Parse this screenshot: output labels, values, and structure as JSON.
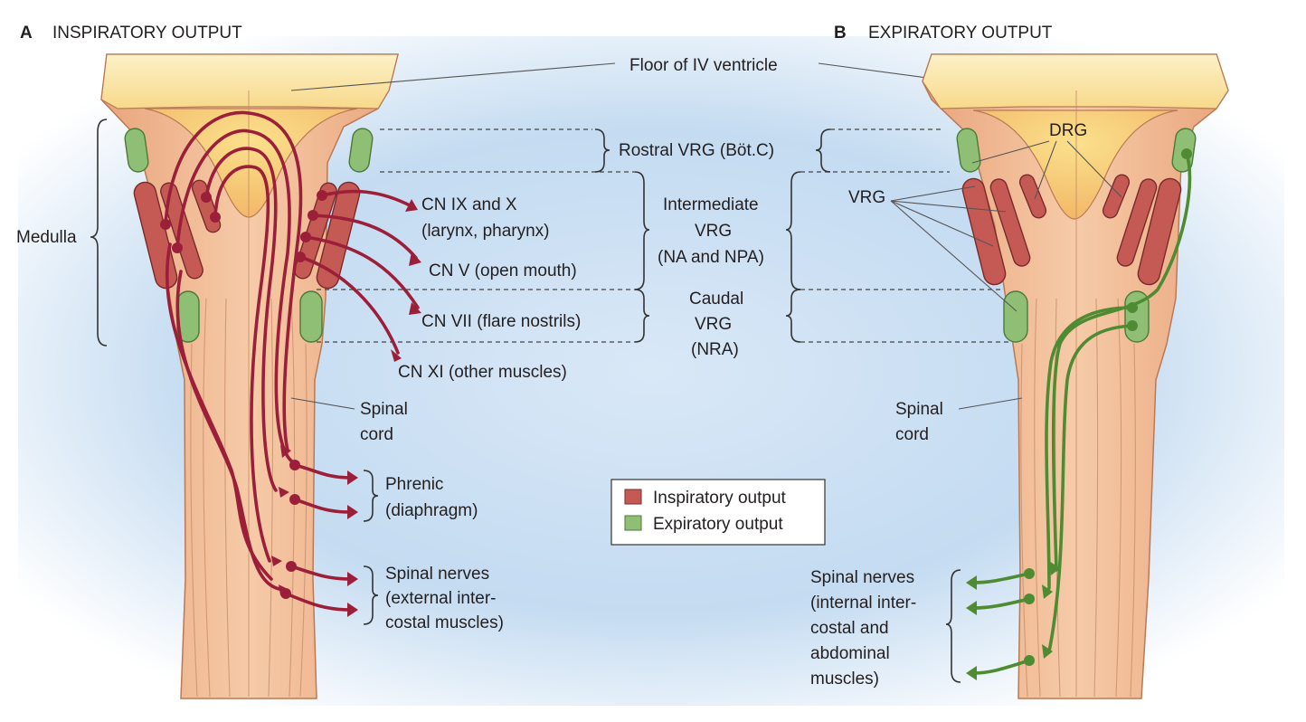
{
  "panel_a": {
    "letter": "A",
    "title": "INSPIRATORY OUTPUT"
  },
  "panel_b": {
    "letter": "B",
    "title": "EXPIRATORY OUTPUT"
  },
  "center_labels": {
    "floor": "Floor of IV ventricle",
    "rostral_vrg": "Rostral VRG (Böt.C)",
    "intermediate_1": "Intermediate",
    "intermediate_2": "VRG",
    "intermediate_3": "(NA and NPA)",
    "caudal_1": "Caudal",
    "caudal_2": "VRG",
    "caudal_3": "(NRA)"
  },
  "left_labels": {
    "medulla": "Medulla",
    "cn9_1": "CN IX and X",
    "cn9_2": "(larynx, pharynx)",
    "cn5": "CN V (open mouth)",
    "cn7": "CN VII (flare nostrils)",
    "cn11": "CN XI (other muscles)",
    "spinal_cord_1": "Spinal",
    "spinal_cord_2": "cord",
    "phrenic_1": "Phrenic",
    "phrenic_2": "(diaphragm)",
    "spinal_nerves_1": "Spinal nerves",
    "spinal_nerves_2": "(external inter-",
    "spinal_nerves_3": "costal muscles)"
  },
  "right_labels": {
    "drg": "DRG",
    "vrg": "VRG",
    "spinal_cord_1": "Spinal",
    "spinal_cord_2": "cord",
    "spinal_nerves_1": "Spinal nerves",
    "spinal_nerves_2": "(internal inter-",
    "spinal_nerves_3": "costal and",
    "spinal_nerves_4": "abdominal",
    "spinal_nerves_5": "muscles)"
  },
  "legend": {
    "items": [
      {
        "label": "Inspiratory output",
        "color": "#c55a55"
      },
      {
        "label": "Expiratory output",
        "color": "#8fbf75"
      }
    ]
  },
  "colors": {
    "background_glow": "#b9d3ee",
    "tissue": "#f0b88f",
    "ventricle_floor": "#fbe6a6",
    "inspiratory_axon": "#9c1f3a",
    "expiratory_axon": "#4f8b32"
  }
}
